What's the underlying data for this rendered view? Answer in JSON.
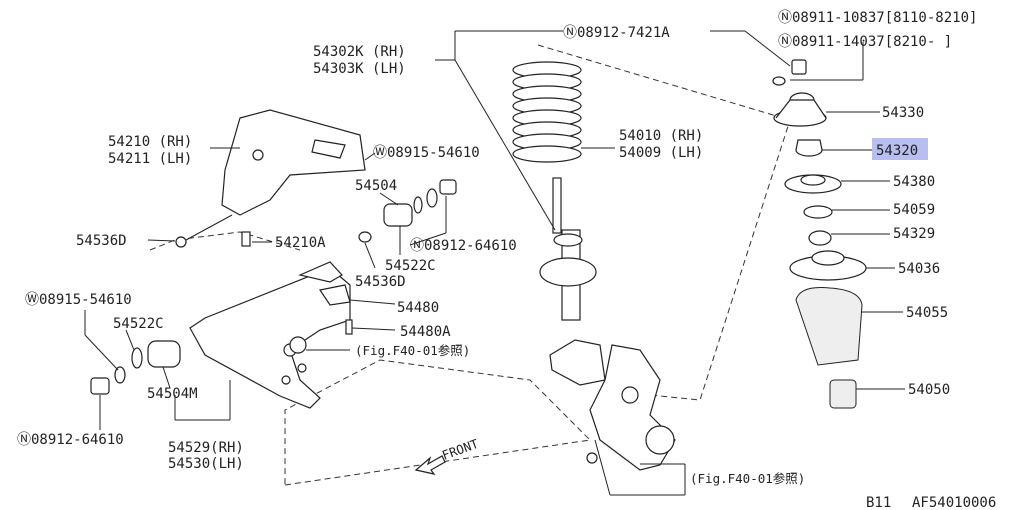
{
  "labels": {
    "n_08912_7421a": "Ⓝ08912-7421A",
    "n_08911_10837": "Ⓝ08911-10837[8110-8210]",
    "n_08911_14037": "Ⓝ08911-14037[8210-     ]",
    "p54302k": "54302K (RH)",
    "p54303k": "54303K (LH)",
    "p54330": "54330",
    "p54320": "54320",
    "p54210": "54210 (RH)",
    "p54211": "54211 (LH)",
    "p54010": "54010 (RH)",
    "p54009": "54009 (LH)",
    "w_08915_54610_top": "Ⓦ08915-54610",
    "p54504": "54504",
    "p54380": "54380",
    "p54059": "54059",
    "p54536d_left": "54536D",
    "p54210a": "54210A",
    "n_08912_64610_mid": "Ⓝ08912-64610",
    "p54329": "54329",
    "p54522c_mid": "54522C",
    "p54536d_mid": "54536D",
    "p54036": "54036",
    "w_08915_54610_left": "Ⓦ08915-54610",
    "p54480": "54480",
    "p54055": "54055",
    "p54522c_left": "54522C",
    "p54480a": "54480A",
    "fig_ref_mid": "(Fig.F40-01参照)",
    "p54504m": "54504M",
    "p54050": "54050",
    "n_08912_64610_left": "Ⓝ08912-64610",
    "p54529": "54529(RH)",
    "p54530": "54530(LH)",
    "front": "FRONT",
    "fig_ref_bottom": "(Fig.F40-01参照)",
    "footer_model": "B11",
    "footer_code": "AF54010006"
  },
  "colors": {
    "highlight": "#b8bff0",
    "line": "#222222"
  }
}
